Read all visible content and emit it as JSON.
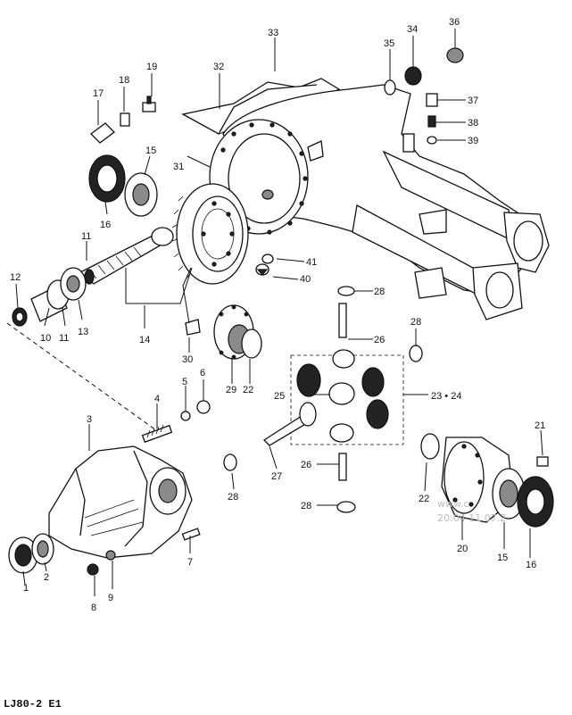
{
  "diagram": {
    "part_labels": [
      "1",
      "2",
      "3",
      "4",
      "5",
      "6",
      "7",
      "8",
      "9",
      "10",
      "11",
      "11",
      "12",
      "13",
      "14",
      "15",
      "15",
      "16",
      "16",
      "17",
      "18",
      "19",
      "20",
      "21",
      "22",
      "22",
      "23 • 24",
      "25",
      "26",
      "26",
      "27",
      "28",
      "28",
      "28",
      "28",
      "29",
      "30",
      "31",
      "32",
      "33",
      "34",
      "35",
      "36",
      "37",
      "38",
      "39",
      "40",
      "41"
    ],
    "footer_code": "LJ80-2  E1",
    "watermark_text": "www.c",
    "watermark_timestamp": "20:04 11.07.2"
  }
}
